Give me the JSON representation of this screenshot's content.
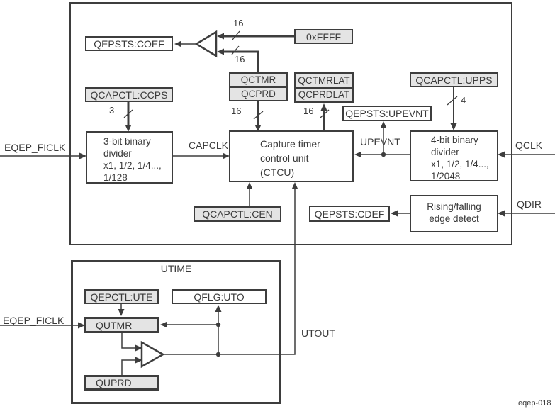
{
  "figure": {
    "id_label": "eqep-018"
  },
  "colors": {
    "background": "#ffffff",
    "line": "#3d3d3d",
    "box_fill_gray": "#e4e4e4",
    "box_fill_white": "#ffffff",
    "text": "#3a3a3a"
  },
  "blocks": {
    "coef": "QEPSTS:COEF",
    "const_ffff": "0xFFFF",
    "qctmr": "QCTMR",
    "qcprd": "QCPRD",
    "qctmrlat": "QCTMRLAT",
    "qcprdlat": "QCPRDLAT",
    "ccps": "QCAPCTL:CCPS",
    "upps": "QCAPCTL:UPPS",
    "upevnt_flag": "QEPSTS:UPEVNT",
    "div3": {
      "line1": "3-bit binary",
      "line2": "divider",
      "line3": "x1, 1/2, 1/4...,",
      "line4": "1/128"
    },
    "ctcu": {
      "line1": "Capture timer",
      "line2": "control unit",
      "line3": "(CTCU)"
    },
    "div4": {
      "line1": "4-bit binary",
      "line2": "divider",
      "line3": "x1, 1/2, 1/4...,",
      "line4": "1/2048"
    },
    "cen": "QCAPCTL:CEN",
    "cdef": "QEPSTS:CDEF",
    "edge_detect": {
      "line1": "Rising/falling",
      "line2": "edge detect"
    },
    "utime_title": "UTIME",
    "ute": "QEPCTL:UTE",
    "uto": "QFLG:UTO",
    "qutmr": "QUTMR",
    "quprd": "QUPRD"
  },
  "signals": {
    "eqep_ficlk_top": "EQEP_FICLK",
    "eqep_ficlk_bottom": "EQEP_FICLK",
    "capclk": "CAPCLK",
    "upevnt": "UPEVNT",
    "qclk": "QCLK",
    "qdir": "QDIR",
    "utout": "UTOUT"
  },
  "bus_widths": {
    "mux_in_high": "16",
    "mux_in_low": "16",
    "qcprd_to_ctcu": "16",
    "ctcu_to_lat": "16",
    "ccps_prescale": "3",
    "upps_prescale": "4"
  }
}
